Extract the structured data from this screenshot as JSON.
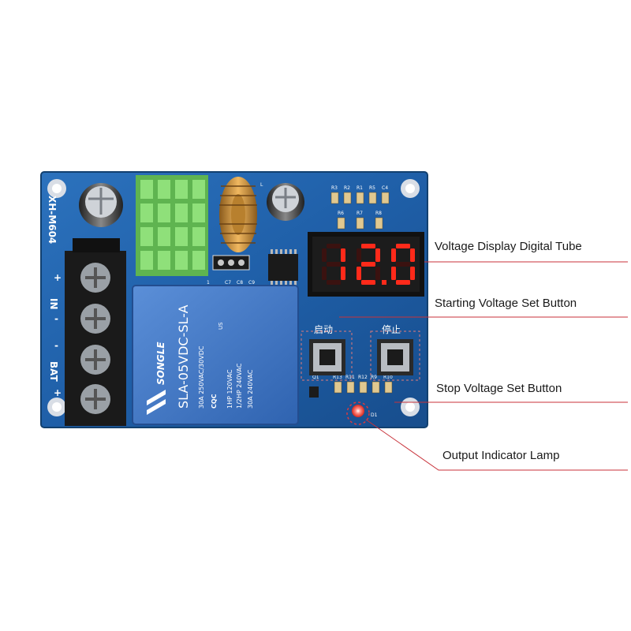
{
  "board": {
    "model_marking": "XH-M604",
    "display_value": "12.0",
    "terminals": {
      "in_label": "IN",
      "bat_label": "BAT",
      "plus": "+",
      "minus": "-"
    },
    "relay": {
      "brand": "SONGLE",
      "model": "SLA-05VDC-SL-A",
      "rating_line_1": "30A 250VAC/30VDC",
      "rating_line_2": "1HP 120VAC",
      "rating_line_3": "1/2HP 240VAC",
      "rating_line_4": "30A 240VAC",
      "cert": "CQC",
      "ul_mark": "US"
    },
    "button_labels": {
      "start": "启动",
      "stop": "停止"
    },
    "component_refs": [
      "R3",
      "R2",
      "R1",
      "R5",
      "C4",
      "R6",
      "R7",
      "R8",
      "C7",
      "C8",
      "C9",
      "R13",
      "R11",
      "R12",
      "R9",
      "R10",
      "Q1",
      "D1",
      "L",
      "1"
    ]
  },
  "callouts": {
    "voltage_display": "Voltage Display Digital Tube",
    "start_button": "Starting Voltage Set Button",
    "stop_button": "Stop Voltage Set Button",
    "indicator_lamp": "Output Indicator Lamp"
  },
  "colors": {
    "pcb": "#1f5fa8",
    "relay": "#3f74c4",
    "display_segment": "#ff2a1a",
    "heatsink": "#7fd46a",
    "callout_line": "#c8323a"
  }
}
